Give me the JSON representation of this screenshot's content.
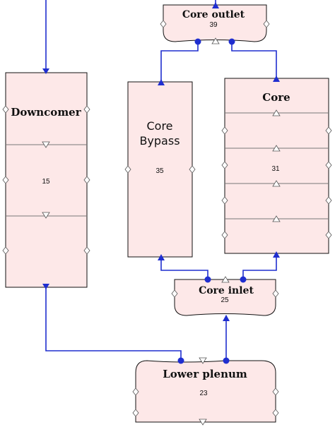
{
  "components": {
    "downcomer": {
      "label": "Downcomer",
      "number": "15"
    },
    "core_outlet": {
      "label": "Core outlet",
      "number": "39"
    },
    "core_bypass": {
      "label_line1": "Core",
      "label_line2": "Bypass",
      "number": "35"
    },
    "core": {
      "label": "Core",
      "number": "31"
    },
    "core_inlet": {
      "label": "Core inlet",
      "number": "25"
    },
    "lower_plenum": {
      "label": "Lower plenum",
      "number": "23"
    }
  },
  "colors": {
    "box_fill": "#fde8e8",
    "pipe": "#1f2ecf",
    "outline": "#111111"
  }
}
